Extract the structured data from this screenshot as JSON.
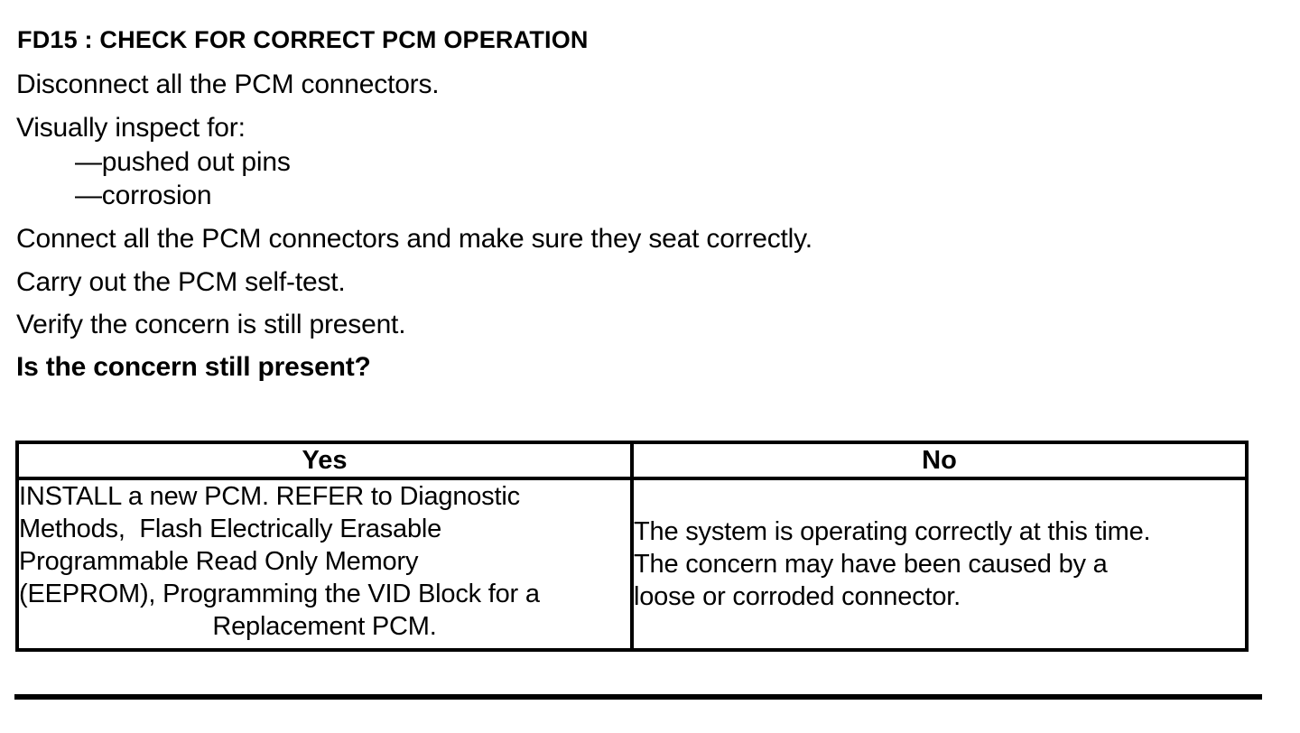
{
  "colors": {
    "text": "#000000",
    "background": "#ffffff",
    "table_border": "#000000"
  },
  "procedure": {
    "title": "FD15 : CHECK FOR CORRECT PCM OPERATION",
    "step_disconnect": "Disconnect all the PCM connectors.",
    "step_inspect": "Visually inspect for:",
    "inspect_items": [
      "—pushed out pins",
      "—corrosion"
    ],
    "step_connect": "Connect all the PCM connectors and make sure they seat correctly.",
    "step_selftest": "Carry out the PCM self-test.",
    "step_verify": "Verify the concern is still present.",
    "question": "Is the concern still present?"
  },
  "results_table": {
    "yes_header": "Yes",
    "no_header": "No",
    "yes_action_main": "INSTALL a new PCM. REFER to Diagnostic\nMethods,  Flash Electrically Erasable\nProgrammable Read Only Memory\n(EEPROM), Programming the VID Block for a",
    "yes_action_tail": "Replacement PCM.",
    "no_action": "The system is operating correctly at this time.\nThe concern may have been caused by a\nloose or corroded connector."
  }
}
